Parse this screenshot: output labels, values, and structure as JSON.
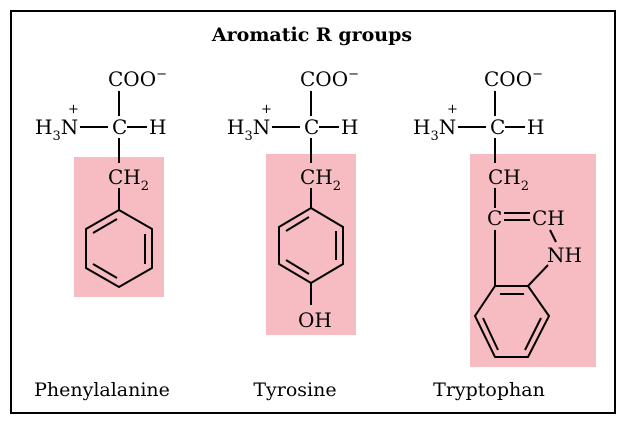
{
  "title": "Aromatic R groups",
  "colors": {
    "highlight": "#f6bcc2",
    "line": "#000000"
  },
  "labels": {
    "carboxylate": "COO",
    "charge_minus": "−",
    "charge_plus": "+",
    "amine_h": "H",
    "amine_sub": "3",
    "amine_n": "N",
    "alpha_c": "C",
    "alpha_h": "H",
    "ch2_c": "CH",
    "ch2_sub": "2",
    "oh": "OH",
    "ch_c": "C",
    "ch_h": "CH",
    "nh": "NH"
  },
  "molecules": [
    {
      "name": "Phenylalanine"
    },
    {
      "name": "Tyrosine"
    },
    {
      "name": "Tryptophan"
    }
  ]
}
